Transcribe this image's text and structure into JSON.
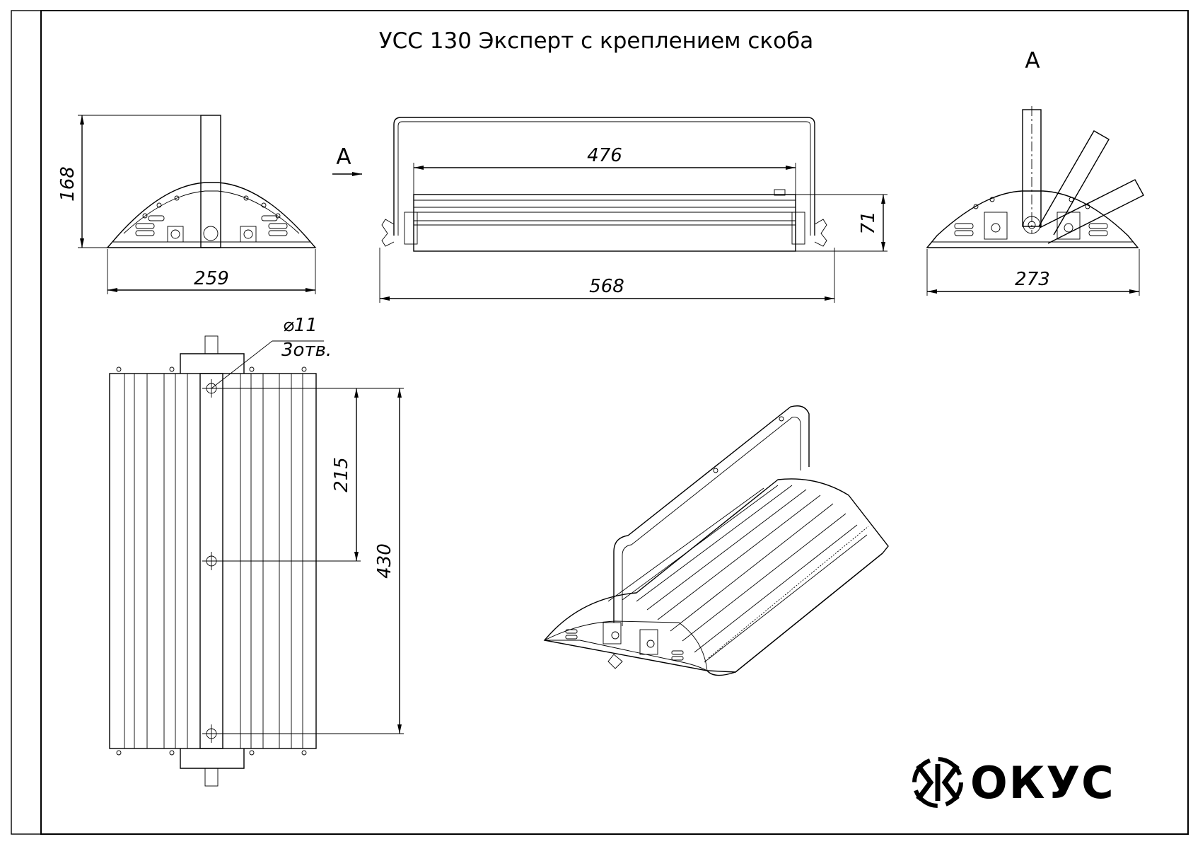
{
  "title": "УСС 130 Эксперт с креплением скоба",
  "view_label_a": "А",
  "view_marker_a": "А",
  "dimensions": {
    "front_width_inner": "476",
    "front_height": "71",
    "front_width_total": "568",
    "side_width": "259",
    "side_height": "168",
    "view_a_width": "273",
    "hole_spacing": "215",
    "bottom_length": "430"
  },
  "hole_callout": {
    "diameter": "⌀11",
    "count": "3отв."
  },
  "logo": {
    "text": "ОКУС"
  }
}
